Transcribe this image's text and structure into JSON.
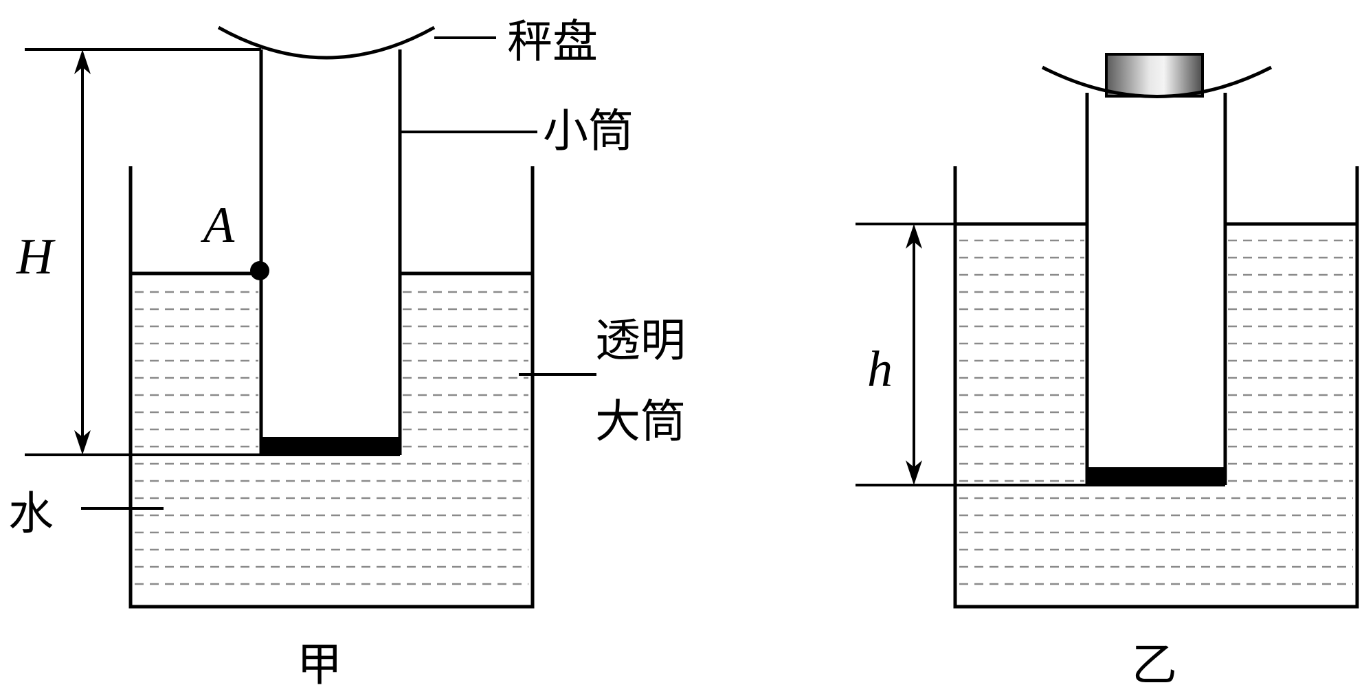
{
  "labels": {
    "scale_pan": "秤盘",
    "small_tube": "小筒",
    "big_tube_line1": "透明",
    "big_tube_line2": "大筒",
    "water": "水",
    "point_a": "A",
    "height_big": "H",
    "height_small": "h",
    "caption_left": "甲",
    "caption_right": "乙"
  },
  "colors": {
    "line": "#000000",
    "water_dash": "#8a8a8a",
    "background": "#ffffff"
  }
}
